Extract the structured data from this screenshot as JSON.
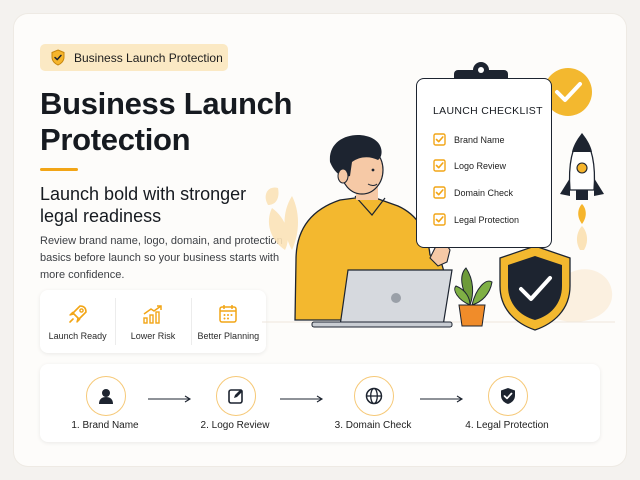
{
  "badge": {
    "label": "Business Launch Protection",
    "icon": "shield-check-icon"
  },
  "hero": {
    "title": "Business Launch Protection",
    "subtitle": "Launch bold with stronger legal readiness",
    "description": "Review brand name, logo, domain, and protection basics before launch so your business starts with more confidence."
  },
  "benefits": [
    {
      "label": "Launch Ready",
      "icon": "rocket-icon"
    },
    {
      "label": "Lower Risk",
      "icon": "chart-growth-icon"
    },
    {
      "label": "Better Planning",
      "icon": "calendar-icon"
    }
  ],
  "checklist": {
    "title": "LAUNCH CHECKLIST",
    "items": [
      "Brand Name",
      "Logo Review",
      "Domain Check",
      "Legal Protection"
    ]
  },
  "steps": [
    {
      "label": "1.  Brand Name",
      "icon": "user-icon"
    },
    {
      "label": "2.  Logo Review",
      "icon": "edit-icon"
    },
    {
      "label": "3.  Domain Check",
      "icon": "globe-icon"
    },
    {
      "label": "4.  Legal Protection",
      "icon": "shield-check-icon"
    }
  ],
  "colors": {
    "accent": "#f2a516",
    "dark": "#1d2430",
    "badge_bg": "#fbe9c4"
  }
}
